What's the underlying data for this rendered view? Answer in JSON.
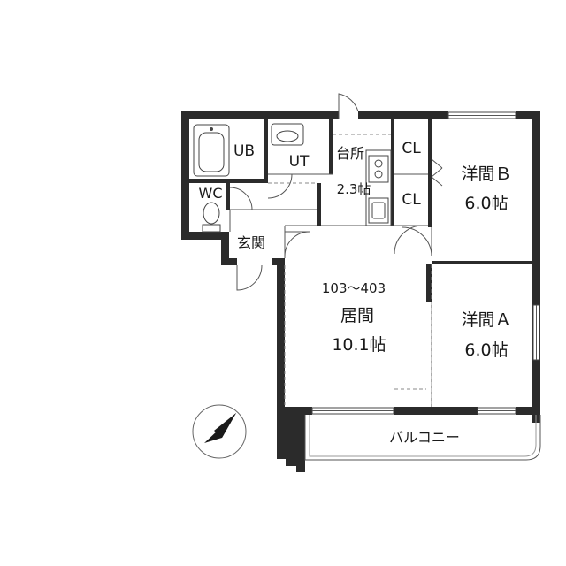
{
  "floor_plan": {
    "unit_range": "103～403",
    "rooms": {
      "ub": "UB",
      "ut": "UT",
      "wc": "WC",
      "entrance": "玄関",
      "kitchen": "台所",
      "kitchen_size": "2.3帖",
      "closet_1": "CL",
      "closet_2": "CL",
      "bedroom_b": "洋間Ｂ",
      "bedroom_b_size": "6.0帖",
      "living": "居間",
      "living_size": "10.1帖",
      "bedroom_a": "洋間Ａ",
      "bedroom_a_size": "6.0帖",
      "balcony": "バルコニー"
    },
    "compass": "north-arrow-icon"
  }
}
